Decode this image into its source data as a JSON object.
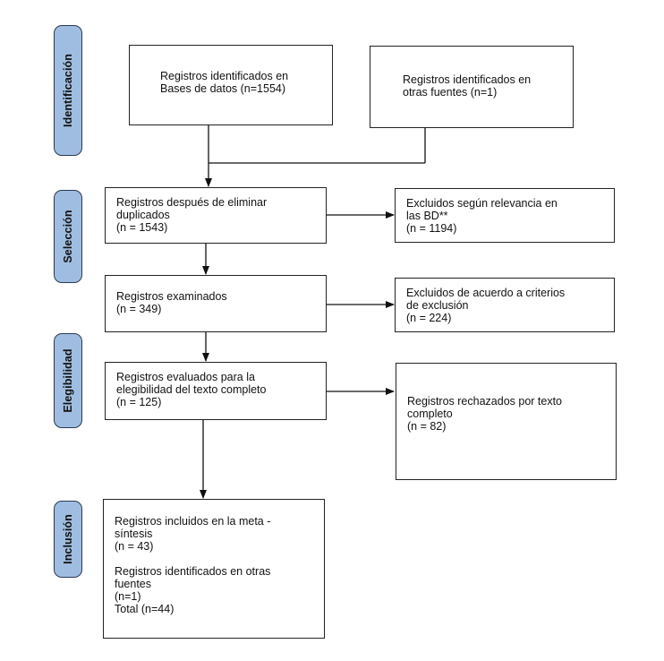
{
  "phases": {
    "identificacion": "Identificación",
    "seleccion": "Selección",
    "elegibilidad": "Elegibilidad",
    "inclusion": "Inclusión"
  },
  "boxes": {
    "db_records": [
      "Registros identificados en",
      "Bases de datos (n=1554)"
    ],
    "other_sources": [
      "Registros identificados en",
      "otras fuentes (n=1)"
    ],
    "after_dedup": [
      "Registros después de eliminar",
      "duplicados",
      "(n = 1543)"
    ],
    "excluded_relevance": [
      "Excluidos según relevancia en",
      "las BD**",
      "(n = 1194)"
    ],
    "screened": [
      "Registros examinados",
      "(n = 349)"
    ],
    "excluded_criteria": [
      "Excluidos de acuerdo a criterios",
      "de exclusión",
      "(n = 224)"
    ],
    "eligibility": [
      "Registros evaluados para la",
      "elegibilidad del texto completo",
      "(n = 125)"
    ],
    "rejected_fulltext": [
      "Registros rechazados por texto",
      "completo",
      "(n = 82)"
    ],
    "included_a": [
      "Registros incluidos en la meta -",
      "síntesis",
      "(n = 43)"
    ],
    "included_b": [
      "Registros identificados en otras",
      "fuentes",
      "(n=1)",
      "Total (n=44)"
    ]
  },
  "colors": {
    "phase_fill": "#9fbde0",
    "phase_border": "#2a3a52",
    "line": "#111111"
  }
}
